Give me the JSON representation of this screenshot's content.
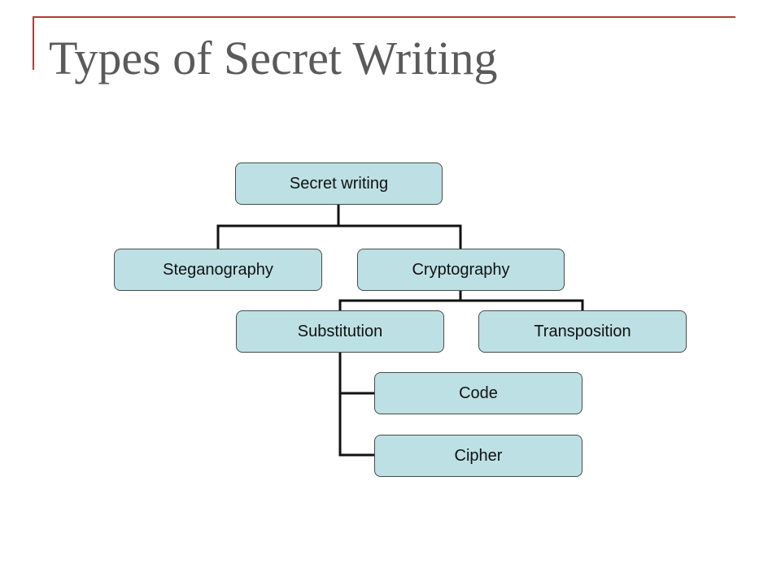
{
  "slide": {
    "title": "Types of Secret Writing",
    "accent_color": "#b03a3a"
  },
  "diagram": {
    "type": "hierarchy",
    "node_fill": "#bde0e4",
    "nodes": [
      {
        "id": "secret-writing",
        "label": "Secret writing",
        "parent": null
      },
      {
        "id": "steganography",
        "label": "Steganography",
        "parent": "secret-writing"
      },
      {
        "id": "cryptography",
        "label": "Cryptography",
        "parent": "secret-writing"
      },
      {
        "id": "substitution",
        "label": "Substitution",
        "parent": "cryptography"
      },
      {
        "id": "transposition",
        "label": "Transposition",
        "parent": "cryptography"
      },
      {
        "id": "code",
        "label": "Code",
        "parent": "substitution"
      },
      {
        "id": "cipher",
        "label": "Cipher",
        "parent": "substitution"
      }
    ]
  }
}
